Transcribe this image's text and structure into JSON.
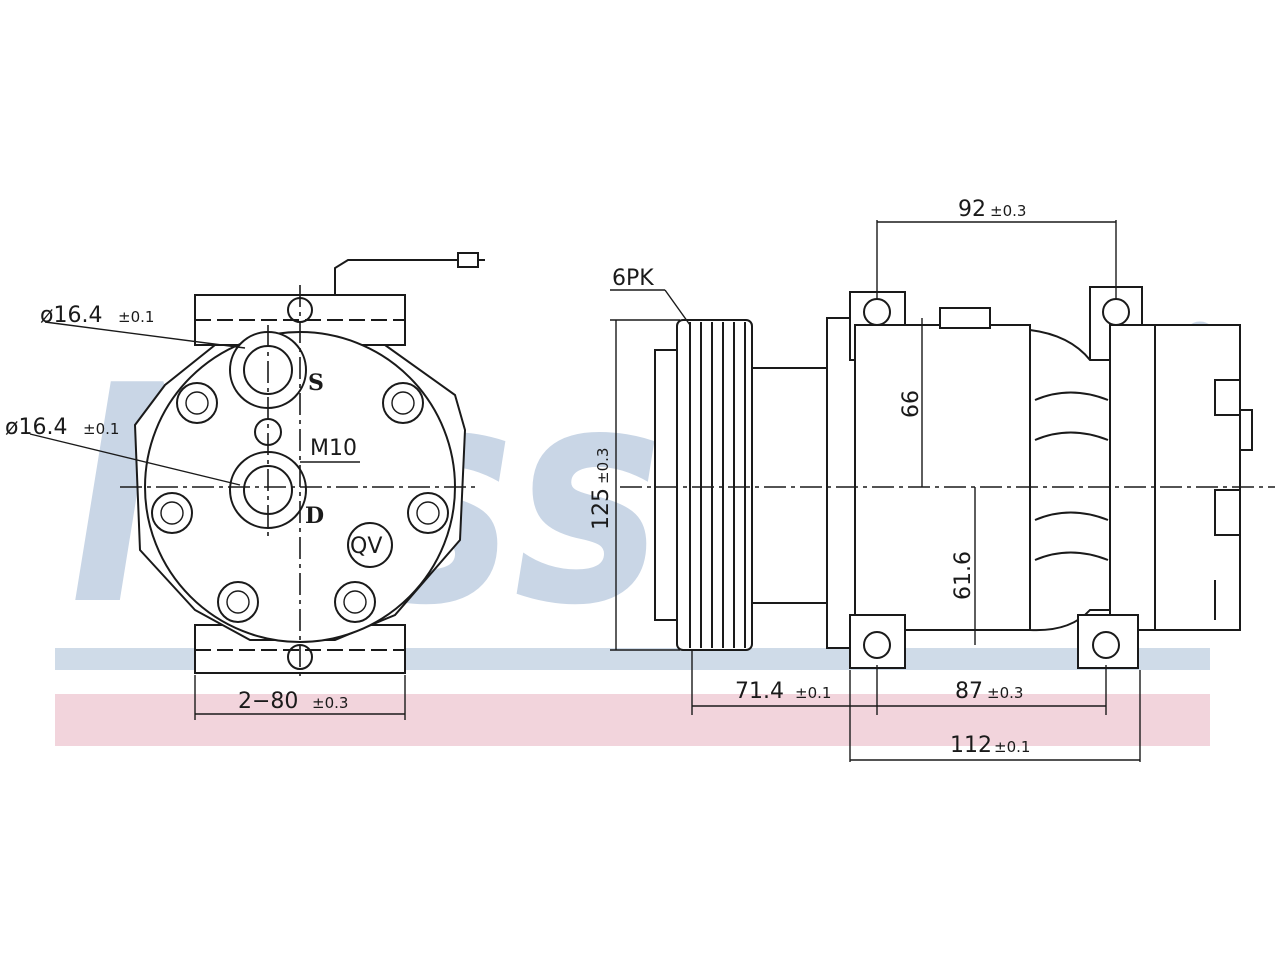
{
  "watermark": {
    "brand": "Nissens",
    "registered": "®",
    "brand_color": "#c9d6e6",
    "band_blue": "#cfdbe8",
    "band_pink": "#f2d4dc"
  },
  "front_view": {
    "suction_diameter": "ø16.4",
    "suction_diameter_tol": "±0.1",
    "discharge_diameter": "ø16.4",
    "discharge_diameter_tol": "±0.1",
    "suction_port": "S",
    "discharge_port": "D",
    "thread": "M10",
    "valve": "QV",
    "mount_spacing": "2−80",
    "mount_spacing_tol": "±0.3"
  },
  "side_view": {
    "pulley": "6PK",
    "pulley_diameter": "125",
    "pulley_diameter_tol": "±0.3",
    "top_mount_spacing": "92",
    "top_mount_spacing_tol": "±0.3",
    "upper_height": "66",
    "lower_height": "61.6",
    "pulley_offset": "71.4",
    "pulley_offset_tol": "±0.1",
    "bottom_mount_spacing": "87",
    "bottom_mount_spacing_tol": "±0.3",
    "body_length": "112",
    "body_length_tol": "±0.1"
  }
}
